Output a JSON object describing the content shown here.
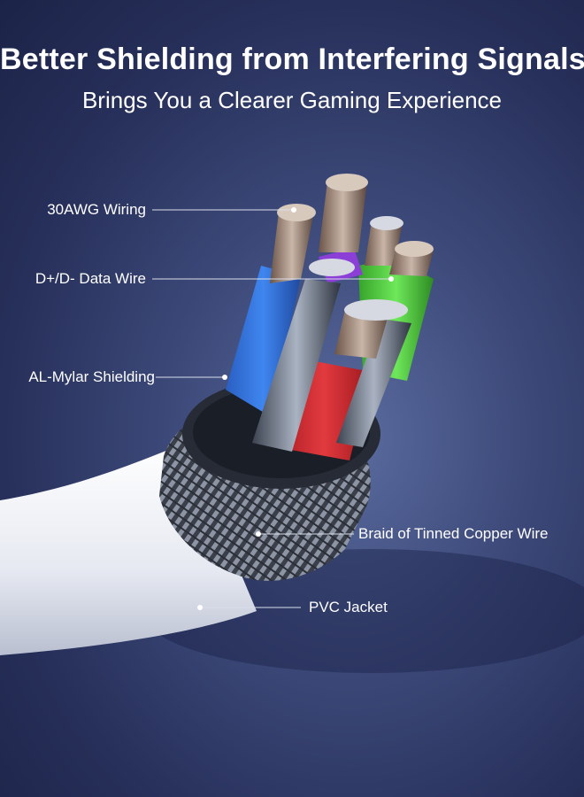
{
  "header": {
    "title": "Better Shielding from Interfering Signals",
    "subtitle": "Brings You a Clearer Gaming Experience"
  },
  "callouts": {
    "wiring": "30AWG Wiring",
    "data_wire": "D+/D- Data Wire",
    "shielding": "AL-Mylar Shielding",
    "braid": "Braid of Tinned Copper Wire",
    "jacket": "PVC Jacket"
  },
  "colors": {
    "background": "#2c3563",
    "wire_blue": "#2f6fd6",
    "wire_red": "#d12a30",
    "wire_green": "#4fc93d",
    "wire_purple": "#8b3fd6",
    "jacket_white": "#f1f3f7"
  }
}
